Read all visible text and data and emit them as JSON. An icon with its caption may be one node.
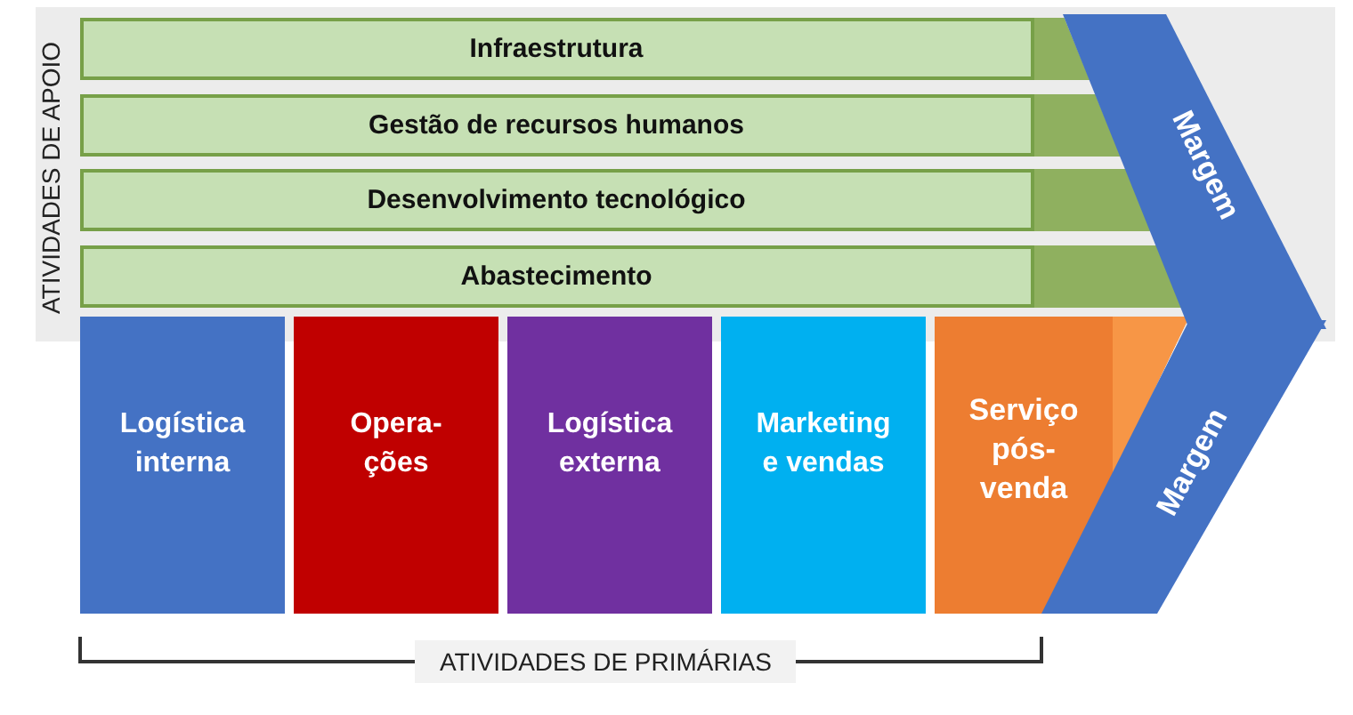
{
  "diagram": {
    "nodes": [
      {
        "text": [
          "Infraestrutura"
        ]
      },
      {
        "text": [
          "Gestão de recursos humanos"
        ]
      },
      {
        "text": [
          "Desenvolvimento tecnológico"
        ]
      },
      {
        "text": [
          "Abastecimento"
        ]
      },
      {
        "text": [
          "Logística interna"
        ]
      },
      {
        "text": [
          "Opera- ções"
        ]
      },
      {
        "text": [
          "Logística externa"
        ]
      },
      {
        "text": [
          "Marketing e vendas"
        ]
      },
      {
        "text": [
          "Serviço pós- venda"
        ]
      },
      {
        "text": [
          "Margem"
        ]
      },
      {
        "text": [
          "Margem"
        ]
      }
    ],
    "labels": [
      "ATIVIDADES DE APOIO",
      "ATIVIDADES DE PRIMÁRIAS"
    ]
  }
}
